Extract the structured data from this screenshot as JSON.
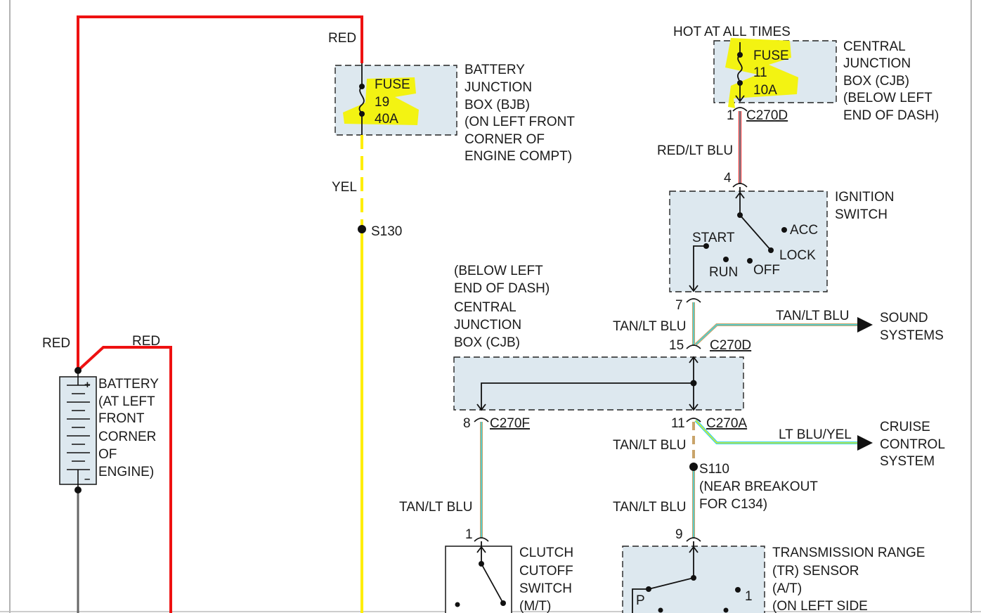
{
  "colors": {
    "red": "#ee1111",
    "yellow": "#ffee00",
    "highlight": "#f3f312",
    "tan": "#c9a46a",
    "lt_blue": "#38d6e6",
    "gray": "#666666",
    "box_fill": "#dde8ef"
  },
  "wire_labels": {
    "red_top": "RED",
    "red_battery_left": "RED",
    "red_battery_right": "RED",
    "yel": "YEL",
    "red_lt_blu": "RED/LT BLU",
    "tan_lt_blu_ign_out": "TAN/LT BLU",
    "tan_lt_blu_sound": "TAN/LT BLU",
    "tan_lt_blu_clutch": "TAN/LT BLU",
    "tan_lt_blu_s110": "TAN/LT BLU",
    "tan_lt_blu_tr": "TAN/LT BLU",
    "lt_blu_yel": "LT BLU/YEL"
  },
  "bjb": {
    "fuse_name": "FUSE",
    "fuse_number": "19",
    "fuse_rating": "40A",
    "desc": [
      "BATTERY",
      "JUNCTION",
      "BOX (BJB)",
      "(ON LEFT FRONT",
      "CORNER OF",
      "ENGINE COMPT)"
    ]
  },
  "cjb_fuse": {
    "hot_label": "HOT AT ALL TIMES",
    "fuse_name": "FUSE",
    "fuse_number": "11",
    "fuse_rating": "10A",
    "desc": [
      "CENTRAL",
      "JUNCTION",
      "BOX (CJB)",
      "(BELOW LEFT",
      "END OF DASH)"
    ]
  },
  "battery": {
    "plus": "+",
    "minus": "–",
    "desc": [
      "BATTERY",
      "(AT LEFT",
      "FRONT",
      "CORNER",
      "OF",
      "ENGINE)"
    ]
  },
  "splices": {
    "s130": "S130",
    "s110": "S110",
    "s110_note": [
      "(NEAR BREAKOUT",
      "FOR C134)"
    ]
  },
  "ignition": {
    "title": [
      "IGNITION",
      "SWITCH"
    ],
    "positions": {
      "acc": "ACC",
      "start": "START",
      "lock": "LOCK",
      "run": "RUN",
      "off": "OFF"
    }
  },
  "cjb_lower": {
    "desc": [
      "(BELOW LEFT",
      "END OF DASH)",
      "CENTRAL",
      "JUNCTION",
      "BOX (CJB)"
    ]
  },
  "connectors": {
    "c270d_top": {
      "pin": "1",
      "name": "C270D"
    },
    "ign_in": {
      "pin": "4"
    },
    "ign_out": {
      "pin": "7"
    },
    "c270d_mid": {
      "pin": "15",
      "name": "C270D"
    },
    "c270f": {
      "pin": "8",
      "name": "C270F"
    },
    "c270a": {
      "pin": "11",
      "name": "C270A"
    },
    "clutch_in": {
      "pin": "1"
    },
    "tr_in": {
      "pin": "9"
    }
  },
  "destinations": {
    "sound": [
      "SOUND",
      "SYSTEMS"
    ],
    "cruise": [
      "CRUISE",
      "CONTROL",
      "SYSTEM"
    ]
  },
  "clutch": {
    "desc": [
      "CLUTCH",
      "CUTOFF",
      "SWITCH",
      "(M/T)"
    ]
  },
  "tr_sensor": {
    "desc": [
      "TRANSMISSION RANGE",
      "(TR) SENSOR",
      "(A/T)",
      "(ON LEFT SIDE"
    ],
    "p_label": "P",
    "one_label": "1"
  }
}
